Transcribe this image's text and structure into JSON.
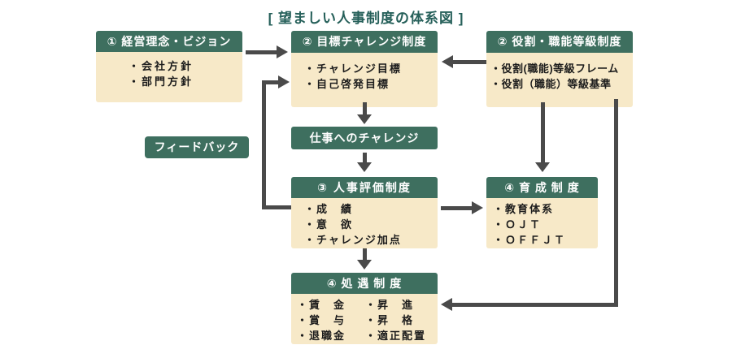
{
  "title": "[ 望ましい人事制度の体系図 ]",
  "labels": {
    "feedback": "フィードバック",
    "work_challenge": "仕事へのチャレンジ"
  },
  "boxes": {
    "vision": {
      "header": "① 経営理念・ビジョン",
      "items": [
        "・会社方針",
        "・部門方針"
      ]
    },
    "goal_challenge": {
      "header": "② 目標チャレンジ制度",
      "items": [
        "・チャレンジ目標",
        "・自己啓発目標"
      ]
    },
    "role_grade": {
      "header": "② 役割・職能等級制度",
      "items": [
        "・役割(職能)等級フレーム",
        "・役割（職能）等級基準"
      ]
    },
    "evaluation": {
      "header": "③ 人事評価制度",
      "items": [
        "・成　績",
        "・意　欲",
        "・チャレンジ加点"
      ]
    },
    "development": {
      "header": "④ 育 成 制 度",
      "items": [
        "・教育体系",
        "・ＯＪＴ",
        "・ＯＦＦＪＴ"
      ]
    },
    "treatment": {
      "header": "④ 処 遇 制 度",
      "items_left": [
        "・賃　金",
        "・賞　与",
        "・退職金"
      ],
      "items_right": [
        "・昇　進",
        "・昇　格",
        "・適正配置"
      ]
    }
  },
  "colors": {
    "header_green": "#3e6f5f",
    "body_cream": "#f7e9c8",
    "arrow_gray": "#4a4a4a",
    "title_teal": "#26605a",
    "text_dark": "#1c1c1c"
  }
}
